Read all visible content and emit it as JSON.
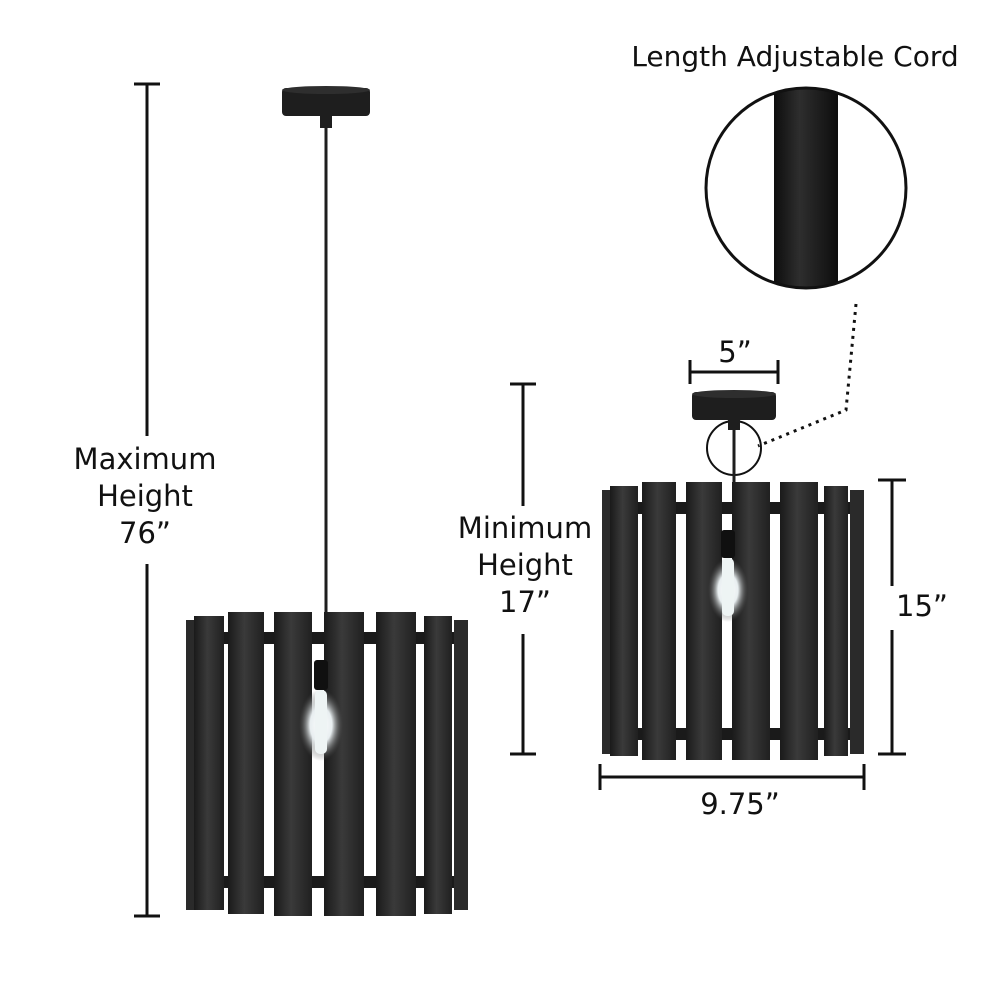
{
  "callout": {
    "label": "Length Adjustable Cord"
  },
  "dimensions": {
    "maximum_height": {
      "line1": "Maximum",
      "line2": "Height",
      "value": "76”"
    },
    "minimum_height": {
      "line1": "Minimum",
      "line2": "Height",
      "value": "17”"
    },
    "canopy_width": "5”",
    "shade_height": "15”",
    "shade_width": "9.75”"
  },
  "colors": {
    "lamp": "#1e1e1e",
    "slat": "#2a2a2a",
    "line": "#111111",
    "background": "#ffffff"
  }
}
